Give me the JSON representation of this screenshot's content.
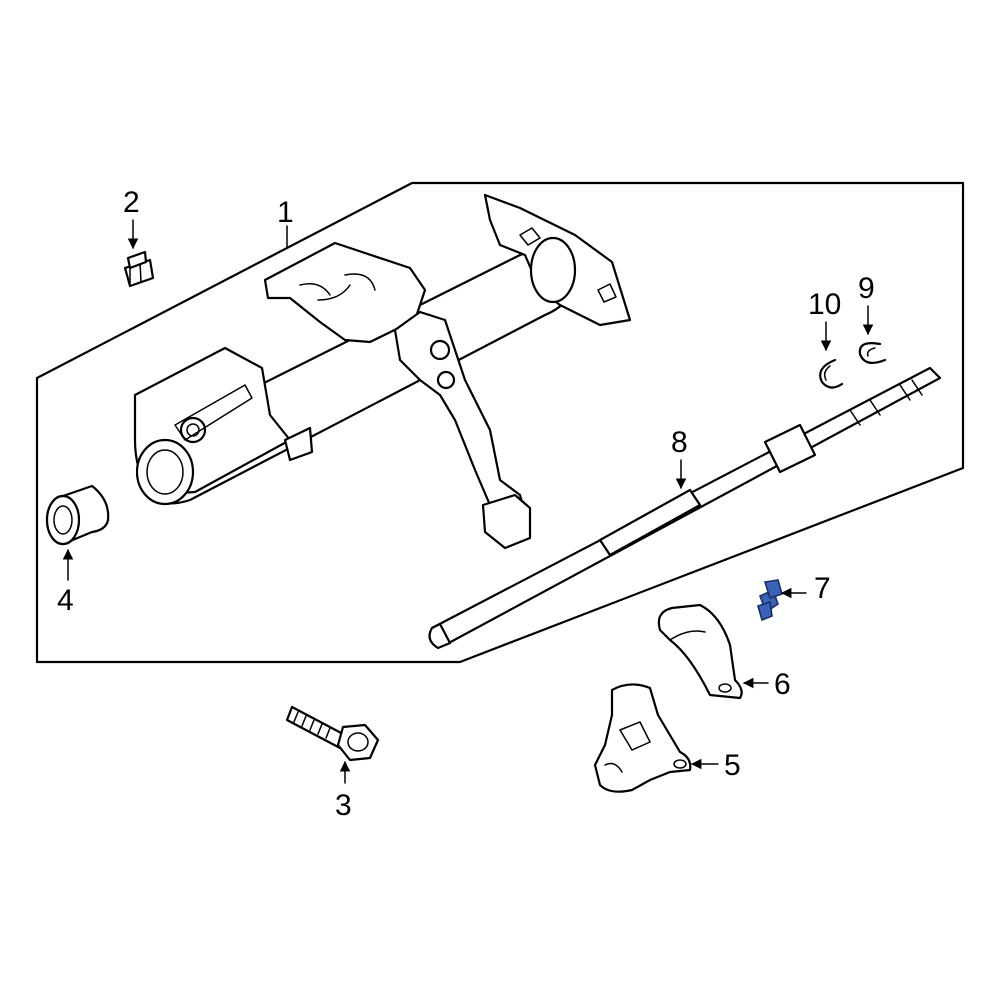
{
  "colors": {
    "line": "#000000",
    "background": "#ffffff",
    "highlight": "#3a63b8"
  },
  "callouts": [
    {
      "id": "1",
      "label": "1"
    },
    {
      "id": "2",
      "label": "2"
    },
    {
      "id": "3",
      "label": "3"
    },
    {
      "id": "4",
      "label": "4"
    },
    {
      "id": "5",
      "label": "5"
    },
    {
      "id": "6",
      "label": "6"
    },
    {
      "id": "7",
      "label": "7",
      "highlighted": true
    },
    {
      "id": "8",
      "label": "8"
    },
    {
      "id": "9",
      "label": "9"
    },
    {
      "id": "10",
      "label": "10"
    }
  ],
  "icons": {
    "arrow": "arrow-icon",
    "bolt": "bolt-icon"
  }
}
